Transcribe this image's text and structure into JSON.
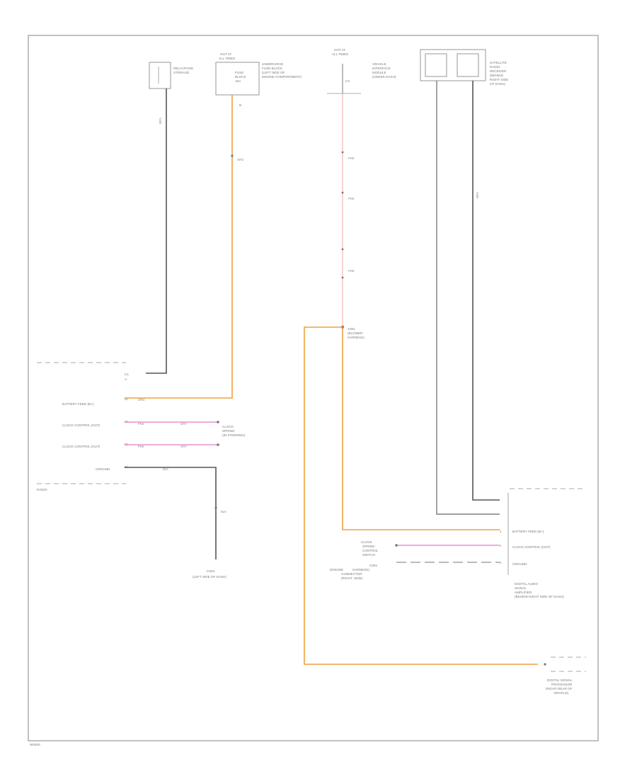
{
  "diagram": {
    "footer_code": "W0000",
    "fuse_left": {
      "label_1": "RELAY/FUSE",
      "label_2": "STORAGE"
    },
    "fuse_mid": {
      "top_1": "HOT AT",
      "top_2": "ALL TIMES",
      "box_1": "FUSE",
      "box_2": "BLOCK",
      "box_3": "15A",
      "desc_1": "UNDERHOOD",
      "desc_2": "FUSE BLOCK",
      "desc_3": "(LEFT SIDE OF",
      "desc_4": "ENGINE COMPARTMENT)",
      "pin": "B"
    },
    "fuse_center": {
      "top_1": "HOT AT",
      "top_2": "ALL TIMES",
      "desc_1": "VEHICLE",
      "desc_2": "INTERFACE",
      "desc_3": "MODULE",
      "desc_4": "(UNDER DASH)",
      "pin": "C3"
    },
    "module_right": {
      "desc_1": "SATELLITE",
      "desc_2": "RADIO",
      "desc_3": "RECEIVER",
      "desc_4": "(BEHIND",
      "desc_5": "RIGHT SIDE",
      "desc_6": "OF DASH)"
    },
    "splice_center": {
      "label_1": "S301",
      "label_2": "(BLOWER",
      "label_3": "HARNESS)"
    },
    "radio_block": {
      "name": "RADIO",
      "pin_top": "C1",
      "pin_top_2": "A",
      "rows": [
        {
          "name": "BATTERY FEED (B+)",
          "pin": "B1",
          "wire": "ORG"
        },
        {
          "name": "CLOCK CONTROL (OUT)",
          "pin": "B2",
          "wire": "PNK"
        },
        {
          "name": "CLOCK CONTROL (OUT)",
          "pin": "B3",
          "wire": "PNK"
        },
        {
          "name": "GROUND",
          "pin": "B4",
          "wire": "BLK"
        }
      ]
    },
    "ground_left": {
      "wire": "BLK",
      "label_1": "G304",
      "label_2": "(LEFT SIDE OF DASH)"
    },
    "clock_left": {
      "label_1": "CLOCK",
      "label_2": "SPRING",
      "label_3": "(IN STEERING)"
    },
    "right_module": {
      "rows": [
        {
          "name": "BATTERY FEED (B+)",
          "pin": "3"
        },
        {
          "name": "CLOCK CONTROL (OUT)",
          "pin": "4"
        },
        {
          "name": "GROUND",
          "pin": "5"
        }
      ],
      "desc_1": "DIGITAL AUDIO",
      "desc_2": "SIGNAL",
      "desc_3": "AMPLIFIER",
      "desc_4": "(BEHIND RIGHT SIDE OF DASH)"
    },
    "clock_right": {
      "label_1": "CLOCK",
      "label_2": "SPRING",
      "label_3": "CONTROL",
      "label_4": "SWITCH"
    },
    "ground_right": {
      "label_1": "G301",
      "label_2": "(ENGINE",
      "label_3": "HARNESS)",
      "label_4": "CONNECTOR",
      "label_5": "(RIGHT",
      "label_6": "SIDE)"
    },
    "bottom_right": {
      "label_1": "DIGITAL SIGNAL",
      "label_2": "PROCESSOR",
      "label_3": "(RIGHT REAR OF",
      "label_4": "VEHICLE)"
    },
    "wire_codes": {
      "dark": "BRN",
      "orange": "ORG",
      "pink": "PNK",
      "gray": "GRY"
    },
    "colors": {
      "dark": "#555555",
      "orange": "#f0a040",
      "pink": "#ec8fd0"
    }
  }
}
